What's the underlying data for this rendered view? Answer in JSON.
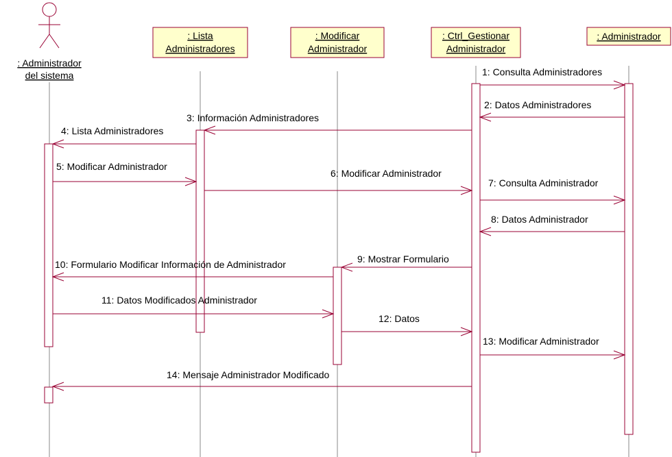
{
  "colors": {
    "line": "#990033",
    "object_fill": "#ffffcc",
    "lifeline": "#888888"
  },
  "participants": [
    {
      "id": "actor",
      "type": "actor",
      "label_lines": [
        ": Administrador",
        "del sistema"
      ]
    },
    {
      "id": "lista",
      "type": "object",
      "label_lines": [
        ": Lista",
        "Administradores"
      ]
    },
    {
      "id": "modificar",
      "type": "object",
      "label_lines": [
        ": Modificar",
        "Administrador"
      ]
    },
    {
      "id": "ctrl",
      "type": "object",
      "label_lines": [
        ": Ctrl_Gestionar",
        "Administrador"
      ]
    },
    {
      "id": "admin",
      "type": "object",
      "label_lines": [
        ": Administrador"
      ]
    }
  ],
  "messages": [
    {
      "n": 1,
      "label": "1: Consulta Administradores",
      "from": "ctrl",
      "to": "admin"
    },
    {
      "n": 2,
      "label": "2: Datos Administradores",
      "from": "admin",
      "to": "ctrl"
    },
    {
      "n": 3,
      "label": "3: Información Administradores",
      "from": "ctrl",
      "to": "lista"
    },
    {
      "n": 4,
      "label": "4: Lista Administradores",
      "from": "lista",
      "to": "actor"
    },
    {
      "n": 5,
      "label": "5: Modificar Administrador",
      "from": "actor",
      "to": "lista"
    },
    {
      "n": 6,
      "label": "6: Modificar Administrador",
      "from": "lista",
      "to": "ctrl"
    },
    {
      "n": 7,
      "label": "7: Consulta Administrador",
      "from": "ctrl",
      "to": "admin"
    },
    {
      "n": 8,
      "label": "8: Datos Administrador",
      "from": "admin",
      "to": "ctrl"
    },
    {
      "n": 9,
      "label": "9: Mostrar Formulario",
      "from": "ctrl",
      "to": "modificar"
    },
    {
      "n": 10,
      "label": "10: Formulario Modificar Información de Administrador",
      "from": "modificar",
      "to": "actor"
    },
    {
      "n": 11,
      "label": "11: Datos Modificados Administrador",
      "from": "actor",
      "to": "modificar"
    },
    {
      "n": 12,
      "label": "12: Datos",
      "from": "modificar",
      "to": "ctrl"
    },
    {
      "n": 13,
      "label": "13: Modificar Administrador",
      "from": "ctrl",
      "to": "admin"
    },
    {
      "n": 14,
      "label": "14: Mensaje Administrador Modificado",
      "from": "ctrl",
      "to": "actor"
    }
  ]
}
